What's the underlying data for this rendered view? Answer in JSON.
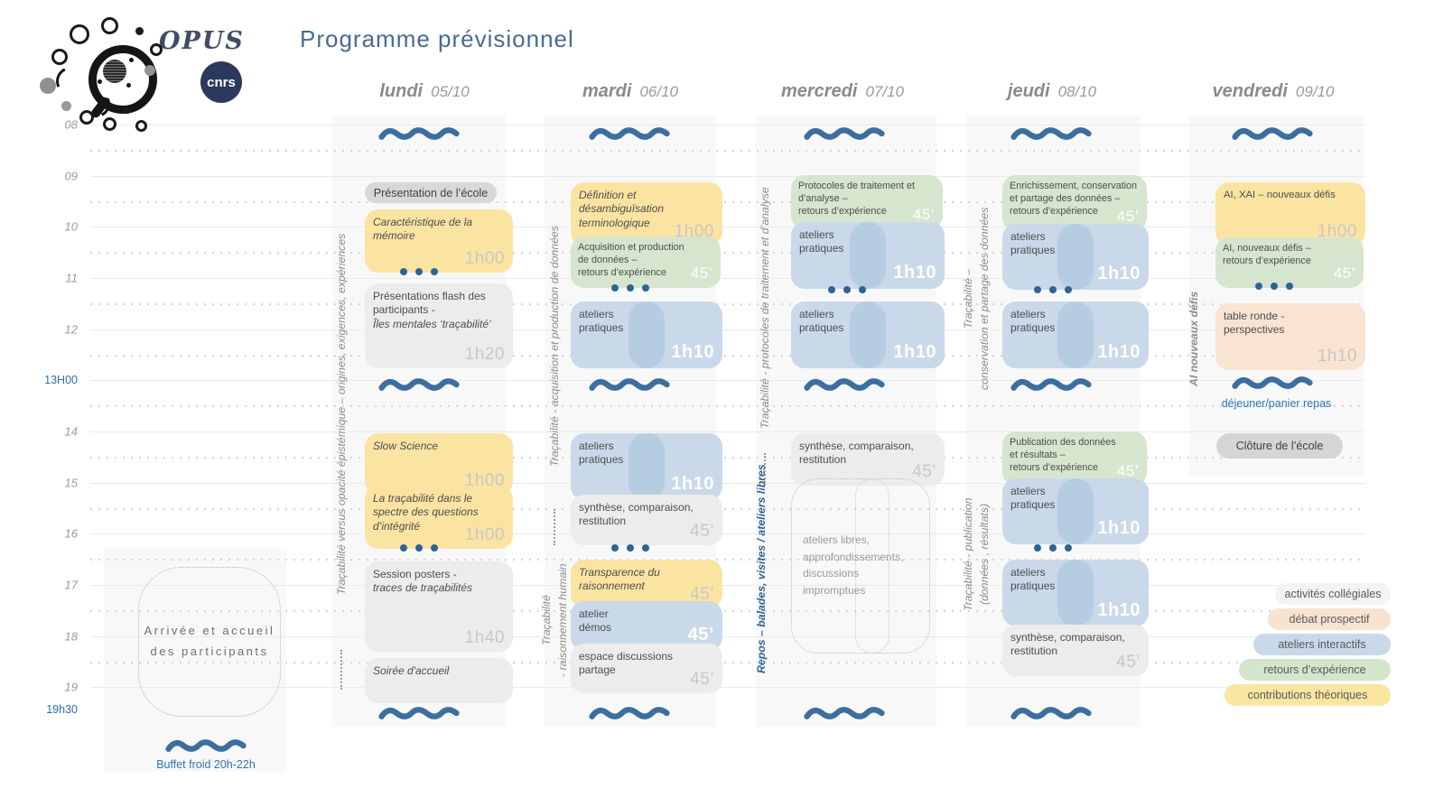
{
  "header": {
    "logo_text": "OPUS",
    "logo_cnrs": "cnrs",
    "title": "Programme  prévisionnel"
  },
  "time_axis": [
    "08",
    "09",
    "10",
    "11",
    "12",
    "13H00",
    "14",
    "15",
    "16",
    "17",
    "18",
    "19",
    "19h30"
  ],
  "days": [
    {
      "name": "lundi",
      "date": "05/10",
      "track_labels": [
        {
          "text": "Traçabilité  versus opacité  épistémique – origines, exigences, expériences"
        }
      ],
      "events": [
        {
          "title": "Présentation de l’école"
        },
        {
          "title": "Caractéristique de la\nmémoire",
          "duration": "1h00"
        },
        {
          "title": "Présentations flash des\nparticipants -",
          "subtitle": "Îles mentales ‘traçabilité’",
          "duration": "1h20"
        },
        {
          "title": "Slow Science",
          "duration": "1h00"
        },
        {
          "title": "La traçabilité dans le\nspectre des questions\nd’intégrité",
          "duration": "1h00"
        },
        {
          "title": "Session posters -",
          "subtitle": "traces de traçabilités",
          "duration": "1h40"
        },
        {
          "title": "Soirée d'accueil"
        }
      ]
    },
    {
      "name": "mardi",
      "date": "06/10",
      "track_labels": [
        {
          "text": "Traçabilité - acquisition et  production de données"
        },
        {
          "text": "Traçabilité\n- raisonnement humain"
        }
      ],
      "events": [
        {
          "title": "Définition et\ndésambiguïsation\nterminologique",
          "duration": "1h00"
        },
        {
          "title": "Acquisition et production\nde données –\nretours d’expérience",
          "duration": "45’"
        },
        {
          "title": "ateliers\npratiques",
          "duration": "1h10"
        },
        {
          "title": "ateliers\npratiques",
          "duration": "1h10"
        },
        {
          "title": "synthèse, comparaison,\nrestitution",
          "duration": "45’"
        },
        {
          "title": "Transparence du\nraisonnement",
          "duration": "45’"
        },
        {
          "title": "atelier\ndémos",
          "duration": "45’"
        },
        {
          "title": "espace discussions\npartage",
          "duration": "45’"
        }
      ]
    },
    {
      "name": "mercredi",
      "date": "07/10",
      "track_labels": [
        {
          "text": "Traçabilité  - protocoles  de  traitement  et  d’analyse"
        },
        {
          "text": "Repos – balades, visites / ateliers libres"
        }
      ],
      "events": [
        {
          "title": "Protocoles de traitement et\nd’analyse –\nretours d’expérience",
          "duration": "45’"
        },
        {
          "title": "ateliers\npratiques",
          "duration": "1h10"
        },
        {
          "title": "ateliers\npratiques",
          "duration": "1h10"
        },
        {
          "title": "synthèse, comparaison,\nrestitution",
          "duration": "45’"
        },
        {
          "title": "ateliers libres,\napprofondissements,\ndiscussions impromptues"
        }
      ]
    },
    {
      "name": "jeudi",
      "date": "08/10",
      "track_labels": [
        {
          "text": "Traçabilité –\nconservation et partage des données"
        },
        {
          "text": "Traçabilité - publication\n(données , résultats)"
        }
      ],
      "events": [
        {
          "title": "Enrichissement, conservation\net partage des données –\nretours d’expérience",
          "duration": "45’"
        },
        {
          "title": "ateliers\npratiques",
          "duration": "1h10"
        },
        {
          "title": "ateliers\npratiques",
          "duration": "1h10"
        },
        {
          "title": "Publication des données\net résultats –\nretours d’expérience",
          "duration": "45’"
        },
        {
          "title": "ateliers\npratiques",
          "duration": "1h10"
        },
        {
          "title": "ateliers\npratiques",
          "duration": "1h10"
        },
        {
          "title": "synthèse, comparaison,\nrestitution",
          "duration": "45’"
        }
      ]
    },
    {
      "name": "vendredi",
      "date": "09/10",
      "track_labels": [
        {
          "text": "AI nouveaux défis"
        }
      ],
      "events": [
        {
          "title": "AI, XAI – nouveaux défis",
          "duration": "1h00"
        },
        {
          "title": "AI, nouveaux défis –\nretours d’expérience",
          "duration": "45’"
        },
        {
          "title": "table ronde -\nperspectives",
          "duration": "1h10"
        },
        {
          "title": "déjeuner/panier repas"
        },
        {
          "title": "Clôture de l’école"
        }
      ]
    }
  ],
  "legend": [
    {
      "label": "activités collégiales",
      "color": "#f3f3f3"
    },
    {
      "label": "débat prospectif",
      "color": "#f8e3d1"
    },
    {
      "label": "ateliers interactifs",
      "color": "#c9d9e9"
    },
    {
      "label": "retours d’expérience",
      "color": "#d5e5cc"
    },
    {
      "label": "contributions théoriques",
      "color": "#fbe5a3"
    }
  ],
  "footer": {
    "arrival": "Arrivée et accueil\ndes participants",
    "buffet": "Buffet froid 20h-22h"
  },
  "colors": {
    "accent_blue": "#3c6e9f",
    "theory_yellow": "#fbe4a2",
    "experience_green": "#d6e5cd",
    "workshop_blue": "#c9d9e9",
    "debate_peach": "#f9e4d2",
    "collegial_gray": "#ececec",
    "title_blue": "#476b93"
  }
}
